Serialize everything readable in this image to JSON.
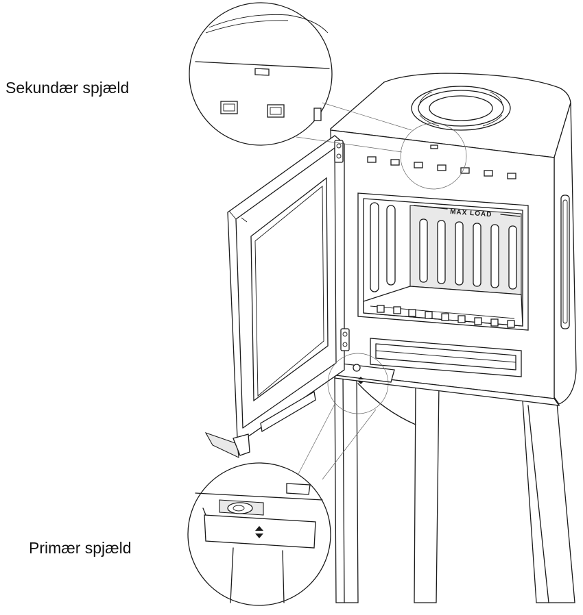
{
  "labels": {
    "secondary_damper": "Sekundær spjæld",
    "primary_damper": "Primær spjæld"
  },
  "stove_marking": "MAX LOAD"
}
